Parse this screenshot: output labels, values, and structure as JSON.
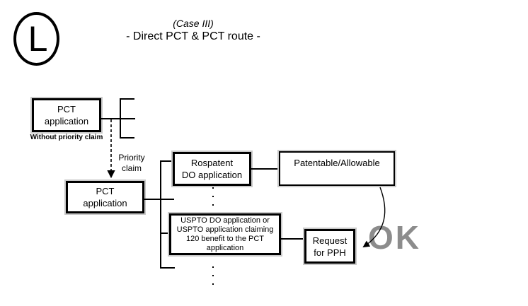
{
  "badge": {
    "letter": "L"
  },
  "title": {
    "line1": "(Case III)",
    "line2": "- Direct PCT & PCT route -"
  },
  "boxes": {
    "pct1": {
      "line1": "PCT",
      "line2": "application",
      "note": "Without priority claim"
    },
    "pct2": {
      "line1": "PCT",
      "line2": "application"
    },
    "rospatent": {
      "line1": "Rospatent",
      "line2": "DO application"
    },
    "patentable": {
      "label": "Patentable/Allowable"
    },
    "uspto": {
      "lines": [
        "USPTO DO application or",
        "USPTO application claiming",
        "120 benefit to the PCT",
        "application"
      ]
    },
    "request": {
      "line1": "Request",
      "line2": "for PPH"
    }
  },
  "labels": {
    "priority_line1": "Priority",
    "priority_line2": "claim",
    "ok": "OK"
  },
  "colors": {
    "line": "#000000",
    "ok_gray": "#8c8c8c",
    "box_halo": "#c9c9c9"
  }
}
